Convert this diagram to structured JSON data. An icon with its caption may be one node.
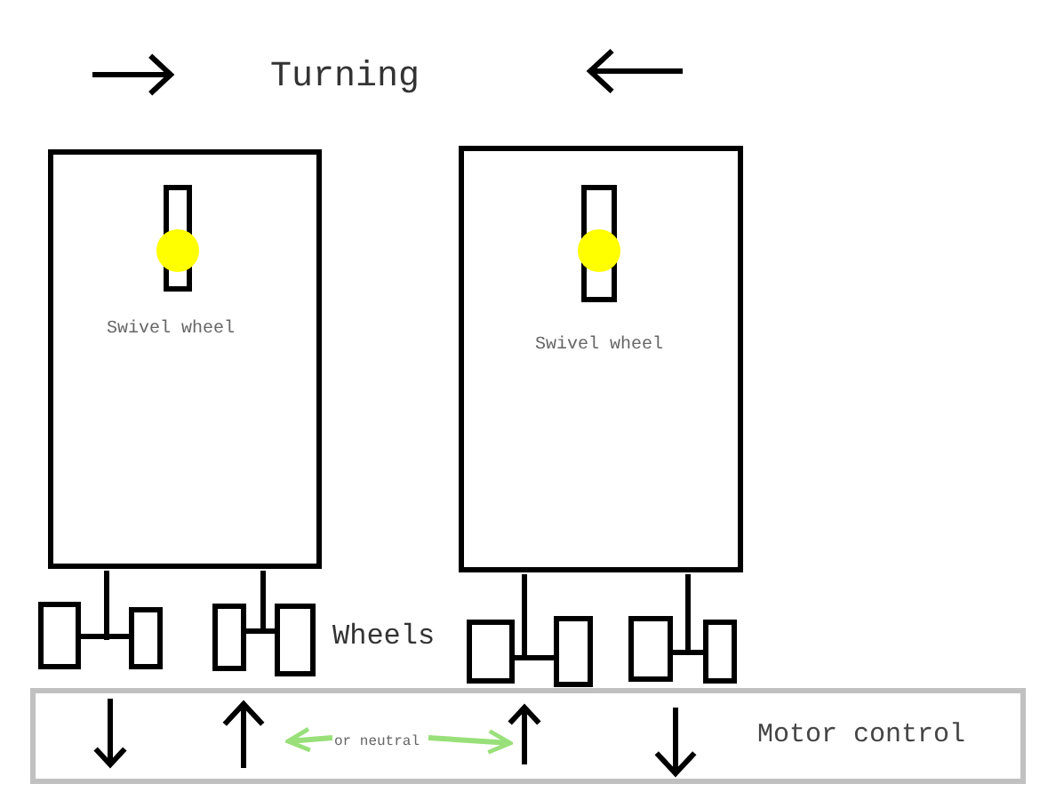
{
  "diagram": {
    "nodes": [
      {
        "text": [
          "Swivel wheel"
        ]
      },
      {
        "text": [
          "Swivel wheel"
        ]
      },
      {
        "text": [
          "Motor control"
        ]
      },
      {
        "text": [
          "or neutral"
        ],
        "in": 2
      }
    ],
    "edges": [
      {
        "from": 3,
        "to": null,
        "arrow": "to",
        "color": "#99e07a"
      },
      {
        "from": 3,
        "to": null,
        "arrow": "to",
        "color": "#99e07a"
      }
    ],
    "labels": [
      "Turning",
      "Wheels"
    ]
  }
}
